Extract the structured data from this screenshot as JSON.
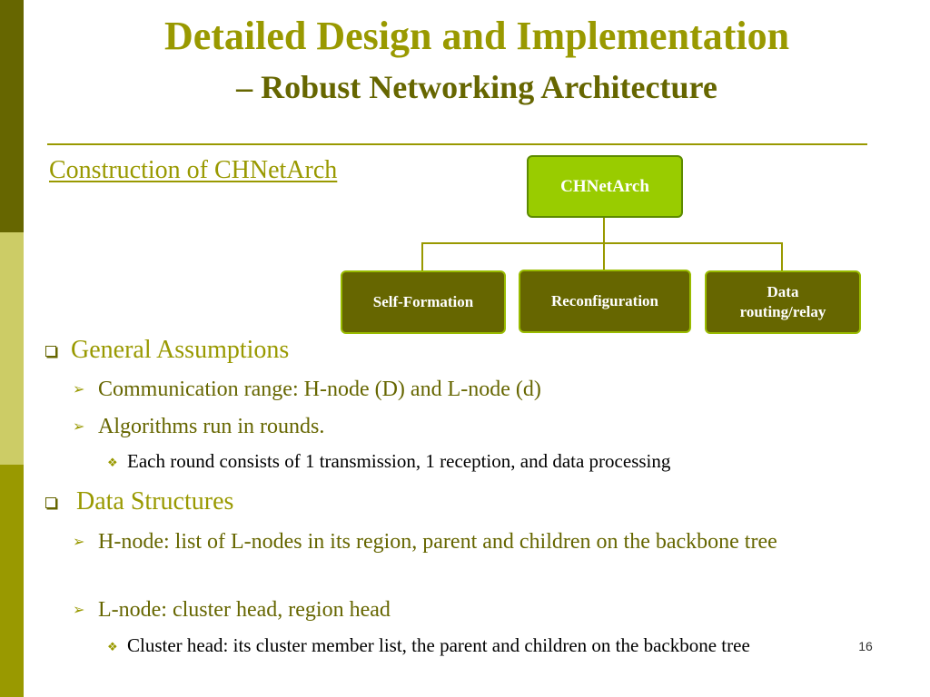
{
  "slide": {
    "title": "Detailed Design and Implementation",
    "subtitle": "– Robust Networking Architecture",
    "section_link": "Construction of CHNetArch",
    "page_number": "16",
    "colors": {
      "olive_dark": "#666600",
      "olive": "#999900",
      "olive_light": "#cccc66",
      "green": "#99cc00"
    }
  },
  "diagram": {
    "root": "CHNetArch",
    "children": [
      "Self-Formation",
      "Reconfiguration",
      "Data routing/relay"
    ]
  },
  "assumptions": {
    "heading": "General Assumptions",
    "items": [
      "Communication range: H-node (D) and L-node (d)",
      "Algorithms run in rounds."
    ],
    "subitems": [
      "Each round consists of 1 transmission,  1 reception, and data processing"
    ]
  },
  "structures": {
    "heading": "Data Structures",
    "items": [
      "H-node: list of L-nodes in its region, parent and children on the backbone tree",
      "L-node: cluster head, region head"
    ],
    "subitems": [
      "Cluster head: its cluster member list, the parent and children on the backbone tree"
    ]
  },
  "icons": {
    "level1": "hollow-square-bullet-icon",
    "level2": "arrowhead-bullet-icon",
    "level3": "four-diamond-bullet-icon"
  }
}
